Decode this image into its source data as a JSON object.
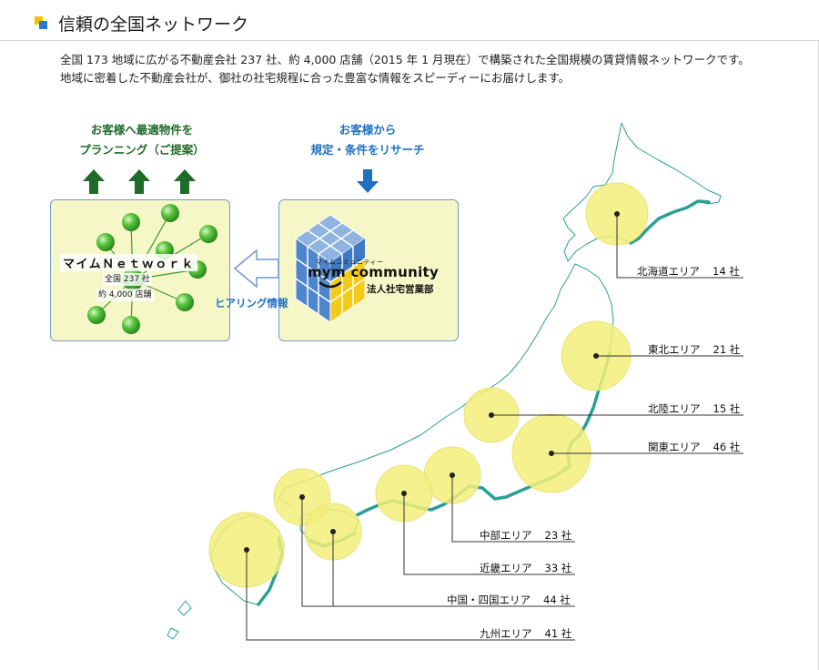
{
  "header": {
    "title": "信頼の全国ネットワーク"
  },
  "description": {
    "line1": "全国 173 地域に広がる不動産会社 237 社、約 4,000 店舗（2015 年 1 月現在）で構築された全国規模の賃貸情報ネットワークです。",
    "line2": "地域に密着した不動産会社が、御社の社宅規程に合った豊富な情報をスピーディーにお届けします。"
  },
  "diagram": {
    "left_caption_1": "お客様へ最適物件を",
    "left_caption_2": "プランニング（ご提案）",
    "right_caption_1": "お客様から",
    "right_caption_2": "規定・条件をリサーチ",
    "network_title": "マイムＮｅｔｗｏｒｋ",
    "network_companies": "全国 237 社",
    "network_stores": "約 4,000 店舗",
    "mym_kana": "マイムコミュニティー",
    "mym_name": "mym community",
    "mym_dept": "法人社宅営業部",
    "hearing_label": "ヒアリング情報",
    "colors": {
      "green": "#1e6b2a",
      "blue": "#1f6fc3",
      "box_bg": "#f6f7c6"
    }
  },
  "map": {
    "coast_color": "#2aa094",
    "circle_color": "#f3ee7a",
    "areas": [
      {
        "name": "北海道エリア",
        "count": "14 社"
      },
      {
        "name": "東北エリア",
        "count": "21 社"
      },
      {
        "name": "北陸エリア",
        "count": "15 社"
      },
      {
        "name": "関東エリア",
        "count": "46 社"
      },
      {
        "name": "中部エリア",
        "count": "23 社"
      },
      {
        "name": "近畿エリア",
        "count": "33 社"
      },
      {
        "name": "中国・四国エリア",
        "count": "44 社"
      },
      {
        "name": "九州エリア",
        "count": "41 社"
      }
    ]
  }
}
